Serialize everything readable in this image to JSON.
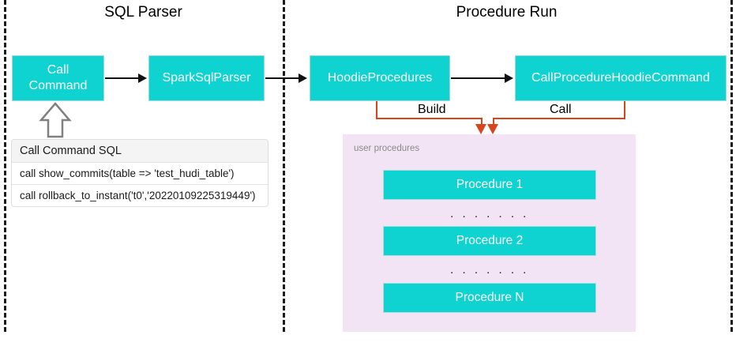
{
  "diagram": {
    "sections": [
      {
        "title": "SQL Parser"
      },
      {
        "title": "Procedure Run"
      }
    ],
    "nodes": {
      "call_command": "Call\nCommand",
      "spark_sql_parser": "SparkSqlParser",
      "hoodie_procedures": "HoodieProcedures",
      "call_procedure_hoodie_command": "CallProcedureHoodieCommand"
    },
    "edge_labels": {
      "build": "Build",
      "call": "Call"
    },
    "sql_table": {
      "header": "Call Command SQL",
      "rows": [
        "call show_commits(table => 'test_hudi_table')",
        "call rollback_to_instant('t0','20220109225319449')"
      ]
    },
    "procedures_panel": {
      "label": "user procedures",
      "items": [
        "Procedure 1",
        "Procedure 2",
        "Procedure N"
      ],
      "separator": ". . . . . . .",
      "separator2": ". . . . . . ."
    },
    "colors": {
      "teal": "#0fd3d1",
      "panel_purple": "#f2e4f4",
      "orange": "#d9441a",
      "divider": "#1a1a1a",
      "text_white": "#ffffff",
      "label_gray": "#8a8a8a"
    }
  }
}
